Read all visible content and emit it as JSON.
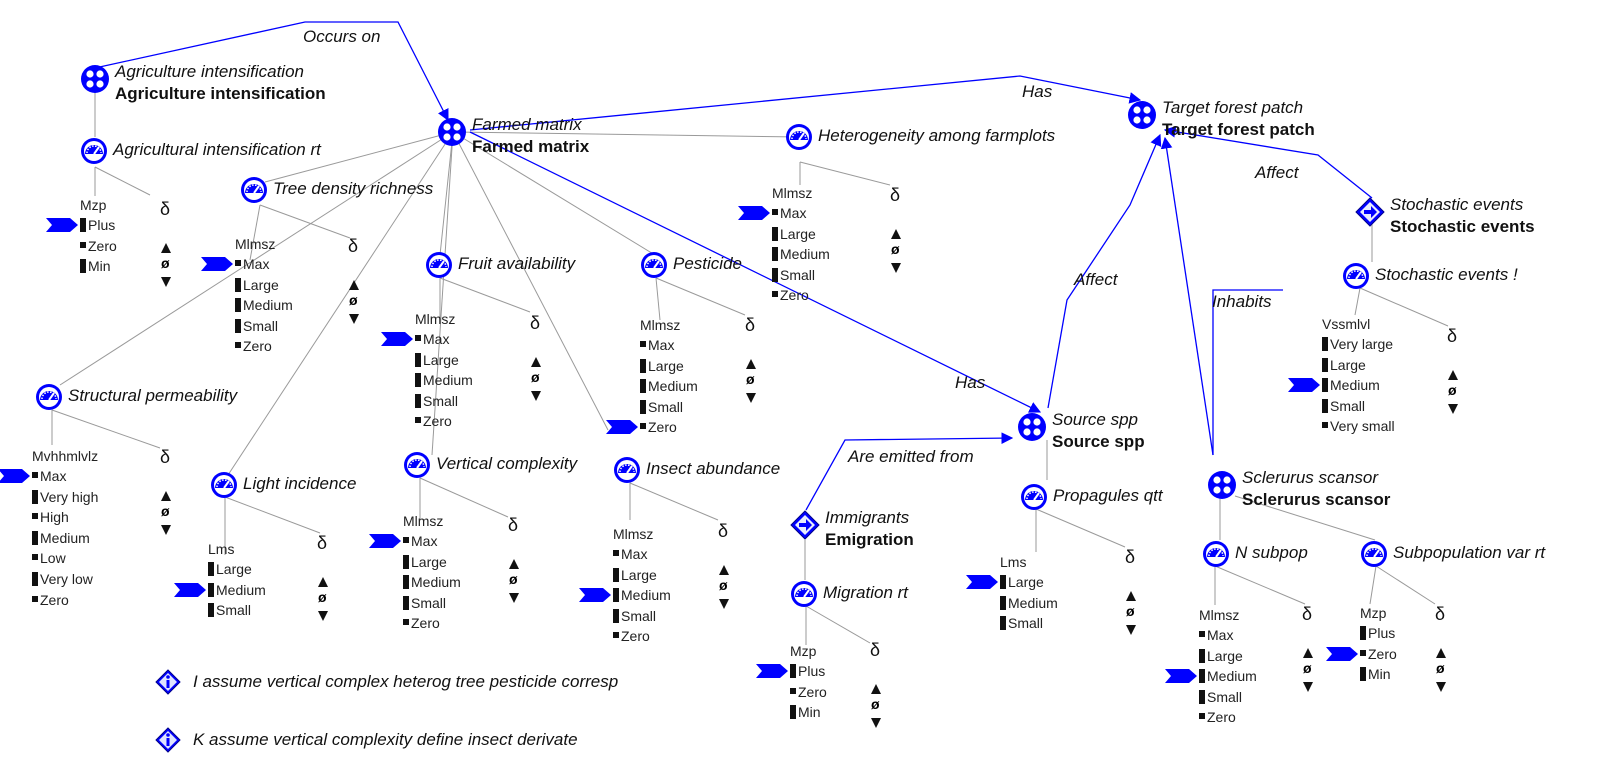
{
  "colors": {
    "accent": "#0000ff",
    "edge_grey": "#9a9a9a",
    "text": "#111111"
  },
  "entities": [
    {
      "id": "agri",
      "type": "entity",
      "label": "Agriculture intensification",
      "name": "Agriculture intensification"
    },
    {
      "id": "farm",
      "type": "entity",
      "label": "Farmed matrix",
      "name": "Farmed matrix"
    },
    {
      "id": "target",
      "type": "entity",
      "label": "Target forest patch",
      "name": "Target forest patch"
    },
    {
      "id": "stoch",
      "type": "agent",
      "label": "Stochastic events",
      "name": "Stochastic events"
    },
    {
      "id": "source",
      "type": "entity",
      "label": "Source spp",
      "name": "Source spp"
    },
    {
      "id": "immig",
      "type": "agent",
      "label": "Immigrants",
      "name": "Emigration"
    },
    {
      "id": "scler",
      "type": "entity",
      "label": "Sclerurus scansor",
      "name": "Sclerurus scansor"
    }
  ],
  "quantities": [
    {
      "id": "agri_rt",
      "label": "Agricultural intensification rt",
      "space": "Mzp",
      "values": [
        "Plus",
        "Zero",
        "Min"
      ],
      "current": "Plus"
    },
    {
      "id": "tree",
      "label": "Tree density richness",
      "space": "Mlmsz",
      "values": [
        "Max",
        "Large",
        "Medium",
        "Small",
        "Zero"
      ],
      "current": "Max"
    },
    {
      "id": "struct",
      "label": "Structural permeability",
      "space": "Mvhhmlvlz",
      "values": [
        "Max",
        "Very high",
        "High",
        "Medium",
        "Low",
        "Very low",
        "Zero"
      ],
      "current": "Max"
    },
    {
      "id": "light",
      "label": "Light incidence",
      "space": "Lms",
      "values": [
        "Large",
        "Medium",
        "Small"
      ],
      "current": "Medium"
    },
    {
      "id": "fruit",
      "label": "Fruit availability",
      "space": "Mlmsz",
      "values": [
        "Max",
        "Large",
        "Medium",
        "Small",
        "Zero"
      ],
      "current": "Max"
    },
    {
      "id": "vert",
      "label": "Vertical complexity",
      "space": "Mlmsz",
      "values": [
        "Max",
        "Large",
        "Medium",
        "Small",
        "Zero"
      ],
      "current": "Max"
    },
    {
      "id": "pest",
      "label": "Pesticide",
      "space": "Mlmsz",
      "values": [
        "Max",
        "Large",
        "Medium",
        "Small",
        "Zero"
      ],
      "current": "Zero"
    },
    {
      "id": "insect",
      "label": "Insect abundance",
      "space": "Mlmsz",
      "values": [
        "Max",
        "Large",
        "Medium",
        "Small",
        "Zero"
      ],
      "current": "Medium"
    },
    {
      "id": "hetero",
      "label": "Heterogeneity among farmplots",
      "space": "Mlmsz",
      "values": [
        "Max",
        "Large",
        "Medium",
        "Small",
        "Zero"
      ],
      "current": "Max"
    },
    {
      "id": "stoch_q",
      "label": "Stochastic events !",
      "space": "Vssmlvl",
      "values": [
        "Very large",
        "Large",
        "Medium",
        "Small",
        "Very small"
      ],
      "current": "Medium"
    },
    {
      "id": "prop",
      "label": "Propagules qtt",
      "space": "Lms",
      "values": [
        "Large",
        "Medium",
        "Small"
      ],
      "current": "Large"
    },
    {
      "id": "migr",
      "label": "Migration rt",
      "space": "Mzp",
      "values": [
        "Plus",
        "Zero",
        "Min"
      ],
      "current": "Plus"
    },
    {
      "id": "nsub",
      "label": "N subpop",
      "space": "Mlmsz",
      "values": [
        "Max",
        "Large",
        "Medium",
        "Small",
        "Zero"
      ],
      "current": "Medium"
    },
    {
      "id": "subvar",
      "label": "Subpopulation var rt",
      "space": "Mzp",
      "values": [
        "Plus",
        "Zero",
        "Min"
      ],
      "current": "Zero"
    }
  ],
  "derivative": {
    "symbol": "δ",
    "zero": "ø"
  },
  "relations": [
    {
      "id": "occurs",
      "label": "Occurs on"
    },
    {
      "id": "has1",
      "label": "Has"
    },
    {
      "id": "affect1",
      "label": "Affect"
    },
    {
      "id": "affect2",
      "label": "Affect"
    },
    {
      "id": "inhabits",
      "label": "Inhabits"
    },
    {
      "id": "has2",
      "label": "Has"
    },
    {
      "id": "emitted",
      "label": "Are emitted from"
    }
  ],
  "notes": [
    {
      "id": "n1",
      "text": "I assume vertical complex heterog tree pesticide corresp"
    },
    {
      "id": "n2",
      "text": "K assume vertical complexity define insect derivate"
    }
  ]
}
